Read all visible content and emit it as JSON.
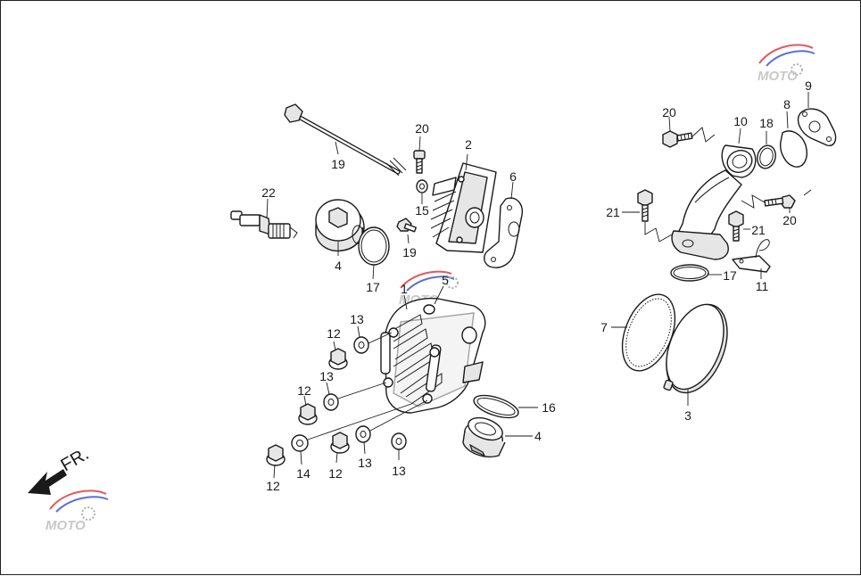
{
  "direction": {
    "label": "FR."
  },
  "watermark": {
    "text": "MOTO",
    "colors": {
      "swoosh_red": "#e05a5a",
      "swoosh_blue": "#5b6fd6",
      "gear": "#b0b0b0"
    }
  },
  "callouts": {
    "c1": "1",
    "c2": "2",
    "c3": "3",
    "c4a": "4",
    "c4b": "4",
    "c5": "5",
    "c6": "6",
    "c7": "7",
    "c8": "8",
    "c9": "9",
    "c10": "10",
    "c11": "11",
    "c12a": "12",
    "c12b": "12",
    "c12c": "12",
    "c12d": "12",
    "c13a": "13",
    "c13b": "13",
    "c13c": "13",
    "c13d": "13",
    "c14": "14",
    "c15": "15",
    "c16": "16",
    "c17a": "17",
    "c17b": "17",
    "c18": "18",
    "c19a": "19",
    "c19b": "19",
    "c20a": "20",
    "c20b": "20",
    "c20c": "20",
    "c21a": "21",
    "c21b": "21",
    "c22": "22"
  }
}
